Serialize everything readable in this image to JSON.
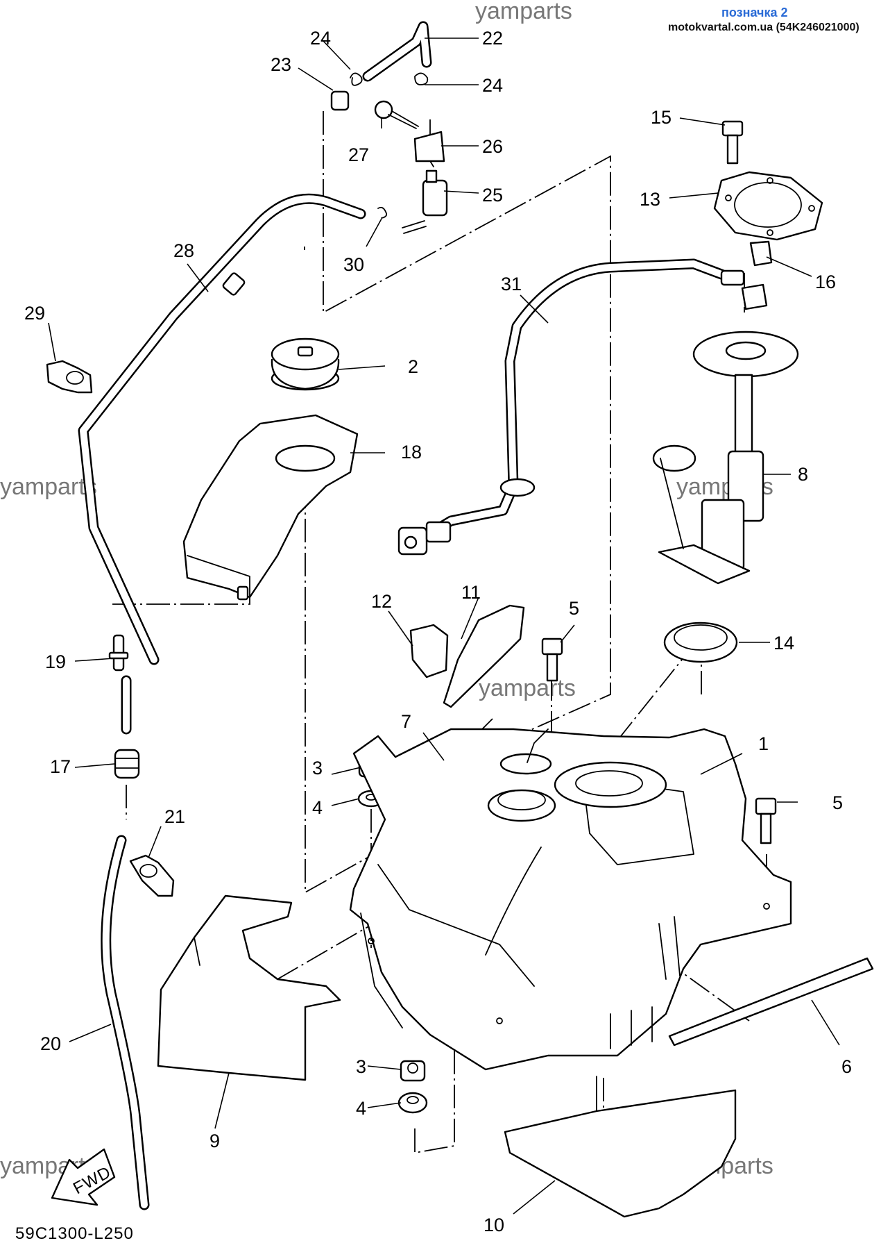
{
  "header": {
    "label": "позначка 2",
    "site_and_code": "motokvartal.com.ua (54K246021000)"
  },
  "watermark": "yamparts",
  "diagram_code": "59C1300-L250",
  "fwd_label": "FWD",
  "callouts": {
    "c1": "1",
    "c2": "2",
    "c3a": "3",
    "c3b": "3",
    "c4a": "4",
    "c4b": "4",
    "c5a": "5",
    "c5b": "5",
    "c6": "6",
    "c7": "7",
    "c8": "8",
    "c9": "9",
    "c10": "10",
    "c11": "11",
    "c12": "12",
    "c13": "13",
    "c14": "14",
    "c15": "15",
    "c16": "16",
    "c17": "17",
    "c18": "18",
    "c19": "19",
    "c20": "20",
    "c21": "21",
    "c22": "22",
    "c23": "23",
    "c24a": "24",
    "c24b": "24",
    "c25": "25",
    "c26": "26",
    "c27": "27",
    "c28": "28",
    "c29": "29",
    "c30": "30",
    "c31": "31"
  }
}
